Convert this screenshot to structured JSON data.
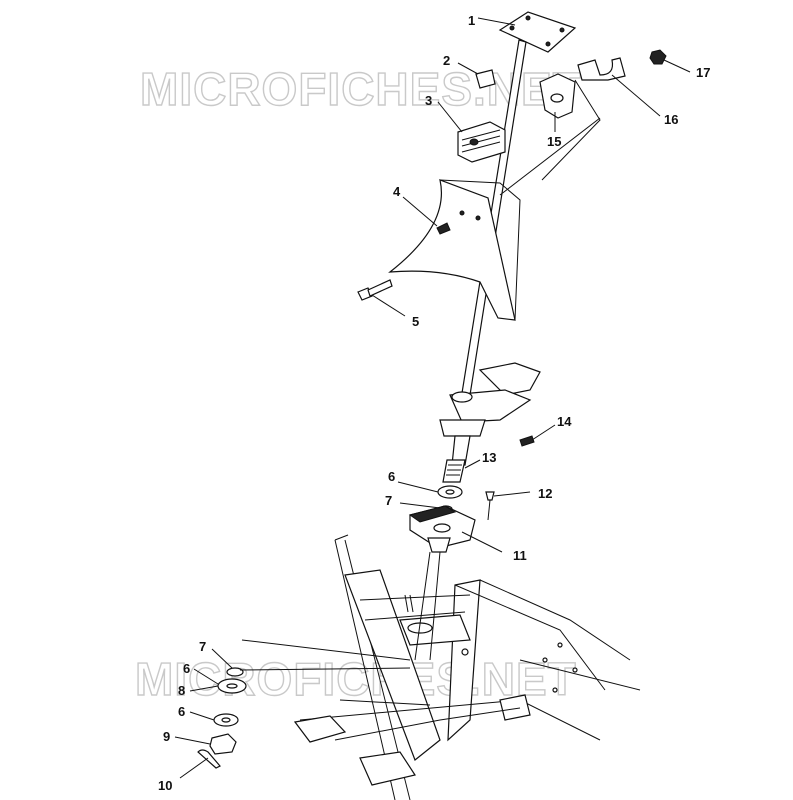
{
  "watermarks": [
    "MICROFICHES.NET",
    "MICROFICHES.NET"
  ],
  "callouts": [
    {
      "id": "c1",
      "label": "1"
    },
    {
      "id": "c2",
      "label": "2"
    },
    {
      "id": "c3",
      "label": "3"
    },
    {
      "id": "c4",
      "label": "4"
    },
    {
      "id": "c5",
      "label": "5"
    },
    {
      "id": "c6a",
      "label": "6"
    },
    {
      "id": "c6b",
      "label": "6"
    },
    {
      "id": "c6c",
      "label": "6"
    },
    {
      "id": "c7a",
      "label": "7"
    },
    {
      "id": "c7b",
      "label": "7"
    },
    {
      "id": "c8",
      "label": "8"
    },
    {
      "id": "c9",
      "label": "9"
    },
    {
      "id": "c10",
      "label": "10"
    },
    {
      "id": "c11",
      "label": "11"
    },
    {
      "id": "c12",
      "label": "12"
    },
    {
      "id": "c13",
      "label": "13"
    },
    {
      "id": "c14",
      "label": "14"
    },
    {
      "id": "c15",
      "label": "15"
    },
    {
      "id": "c16",
      "label": "16"
    },
    {
      "id": "c17",
      "label": "17"
    }
  ]
}
